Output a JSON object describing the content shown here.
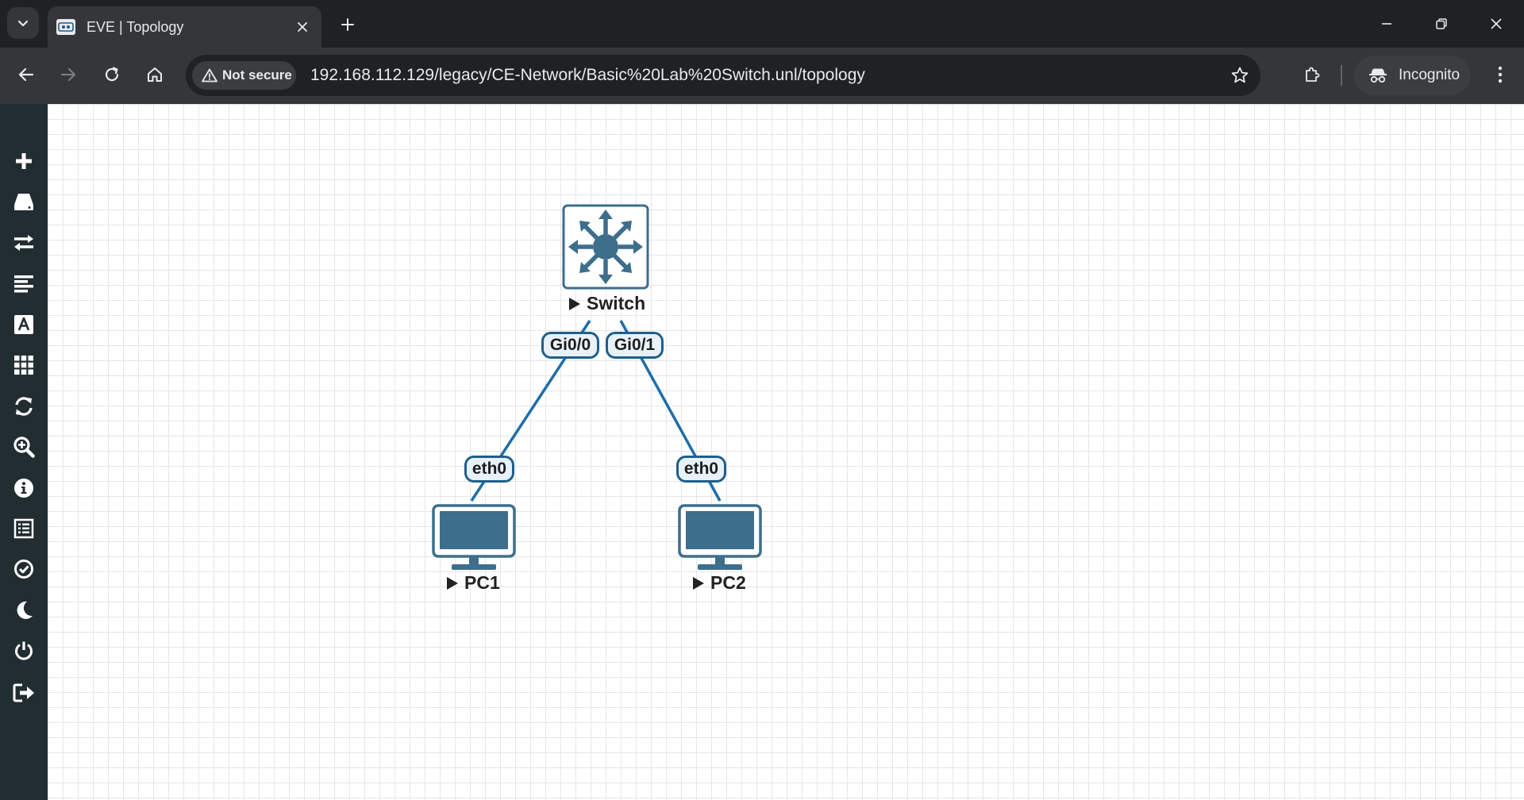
{
  "browser": {
    "tab": {
      "title": "EVE | Topology",
      "favicon": "eve-logo-icon"
    },
    "security_label": "Not secure",
    "url": "192.168.112.129/legacy/CE-Network/Basic%20Lab%20Switch.unl/topology",
    "profile_label": "Incognito",
    "colors": {
      "tabbar": "#202124",
      "toolbar": "#35363a",
      "omnibox": "#202124"
    }
  },
  "sidebar": {
    "items": [
      {
        "name": "add-object",
        "icon": "plus-icon"
      },
      {
        "name": "nodes",
        "icon": "hdd-icon"
      },
      {
        "name": "networks",
        "icon": "exchange-icon"
      },
      {
        "name": "startup-configs",
        "icon": "align-left-icon"
      },
      {
        "name": "text-objects",
        "icon": "font-icon"
      },
      {
        "name": "pictures",
        "icon": "grid-icon"
      },
      {
        "name": "refresh",
        "icon": "refresh-icon"
      },
      {
        "name": "zoom",
        "icon": "zoom-icon"
      },
      {
        "name": "status",
        "icon": "info-icon"
      },
      {
        "name": "lab-details",
        "icon": "list-icon"
      },
      {
        "name": "lock-lab",
        "icon": "check-circle-icon"
      },
      {
        "name": "dark-mode",
        "icon": "moon-icon"
      },
      {
        "name": "close-lab",
        "icon": "power-icon"
      },
      {
        "name": "logout",
        "icon": "sign-out-icon"
      }
    ],
    "color": "#222d32"
  },
  "topology": {
    "nodes": [
      {
        "id": "switch",
        "label": "Switch",
        "icon": "switch-icon"
      },
      {
        "id": "pc1",
        "label": "PC1",
        "icon": "monitor-icon"
      },
      {
        "id": "pc2",
        "label": "PC2",
        "icon": "monitor-icon"
      }
    ],
    "links": [
      {
        "from": "switch",
        "from_port": "Gi0/0",
        "to": "pc1",
        "to_port": "eth0"
      },
      {
        "from": "switch",
        "from_port": "Gi0/1",
        "to": "pc2",
        "to_port": "eth0"
      }
    ],
    "colors": {
      "link": "#1f6da8",
      "node": "#3d6e8c",
      "port_border": "#1f5f8b"
    }
  }
}
